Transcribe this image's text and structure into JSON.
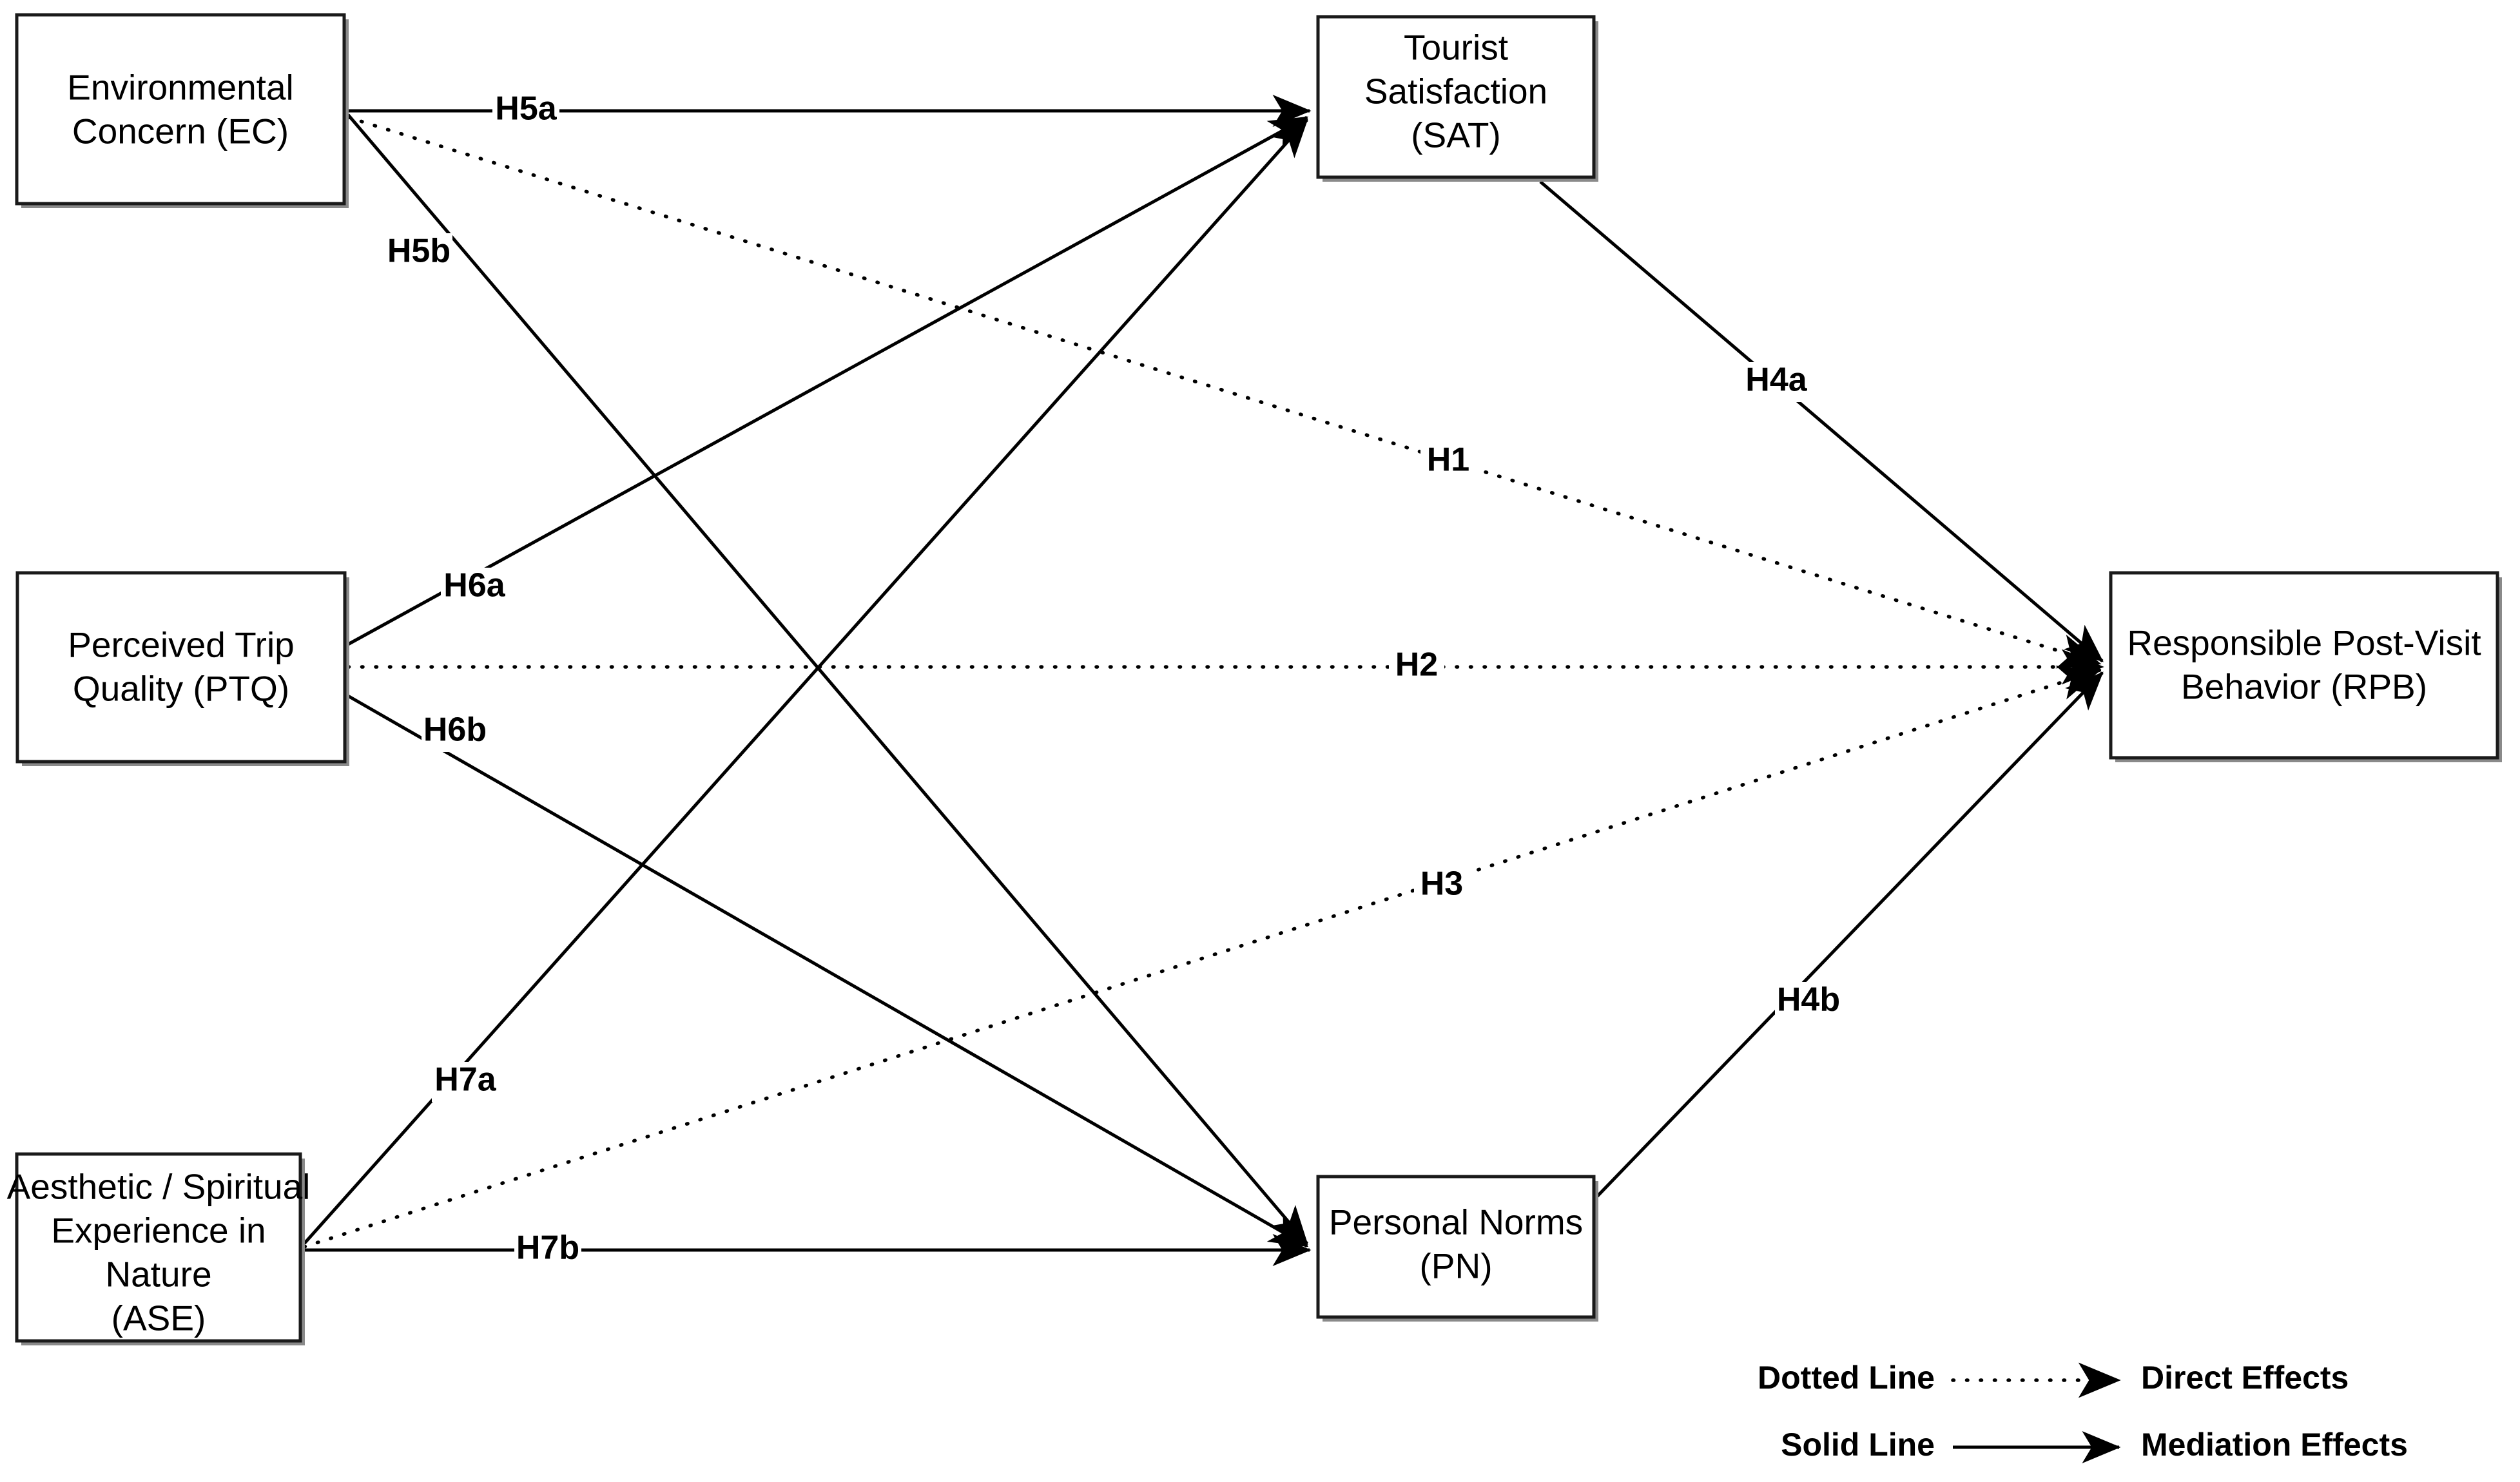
{
  "diagram": {
    "title": "Conceptual Research Model",
    "background_color": "#ffffff",
    "line_color": "#000000",
    "box_border_color": "#1a1a1a",
    "box_fill_color": "#ffffff"
  },
  "constructs": [
    {
      "id": "EC",
      "lines": [
        "Environmental",
        "Concern (EC)"
      ],
      "line1": "Environmental",
      "line2": "Concern (EC)",
      "line3": "",
      "line4": ""
    },
    {
      "id": "PTQ",
      "lines": [
        "Perceived Trip",
        "Quality (PTQ)"
      ],
      "line1": "Perceived Trip",
      "line2": "Quality (PTQ)",
      "line3": "",
      "line4": ""
    },
    {
      "id": "ASE",
      "lines": [
        "Aesthetic / Spiritual",
        "Experience in",
        "Nature",
        "(ASE)"
      ],
      "line1": "Aesthetic / Spiritual",
      "line2": "Experience in",
      "line3": "Nature",
      "line4": "(ASE)"
    },
    {
      "id": "SAT",
      "lines": [
        "Tourist",
        "Satisfaction",
        "(SAT)"
      ],
      "line1": "Tourist",
      "line2": "Satisfaction",
      "line3": "(SAT)",
      "line4": ""
    },
    {
      "id": "PN",
      "lines": [
        "Personal Norms",
        "(PN)"
      ],
      "line1": "Personal Norms",
      "line2": "(PN)",
      "line3": "",
      "line4": ""
    },
    {
      "id": "RPB",
      "lines": [
        "Responsible Post-Visit",
        "Behavior (RPB)"
      ],
      "line1": "Responsible Post-Visit",
      "line2": "Behavior (RPB)",
      "line3": "",
      "line4": ""
    }
  ],
  "hypotheses": [
    {
      "id": "H5a",
      "label": "H5a",
      "from": "EC",
      "to": "SAT",
      "style": "solid"
    },
    {
      "id": "H5b",
      "label": "H5b",
      "from": "EC",
      "to": "PN",
      "style": "solid"
    },
    {
      "id": "H1",
      "label": "H1",
      "from": "EC",
      "to": "RPB",
      "style": "dotted"
    },
    {
      "id": "H6a",
      "label": "H6a",
      "from": "PTQ",
      "to": "SAT",
      "style": "solid"
    },
    {
      "id": "H6b",
      "label": "H6b",
      "from": "PTQ",
      "to": "PN",
      "style": "solid"
    },
    {
      "id": "H2",
      "label": "H2",
      "from": "PTQ",
      "to": "RPB",
      "style": "dotted"
    },
    {
      "id": "H7a",
      "label": "H7a",
      "from": "ASE",
      "to": "SAT",
      "style": "solid"
    },
    {
      "id": "H7b",
      "label": "H7b",
      "from": "ASE",
      "to": "PN",
      "style": "solid"
    },
    {
      "id": "H3",
      "label": "H3",
      "from": "ASE",
      "to": "RPB",
      "style": "dotted"
    },
    {
      "id": "H4a",
      "label": "H4a",
      "from": "SAT",
      "to": "RPB",
      "style": "solid"
    },
    {
      "id": "H4b",
      "label": "H4b",
      "from": "PN",
      "to": "RPB",
      "style": "solid"
    }
  ],
  "legend": {
    "rows": [
      {
        "left_label": "Dotted Line",
        "style": "dotted",
        "right_label": "Direct Effects"
      },
      {
        "left_label": "Solid Line",
        "style": "solid",
        "right_label": "Mediation Effects"
      }
    ],
    "row1_left": "Dotted Line",
    "row1_right": "Direct Effects",
    "row2_left": "Solid Line",
    "row2_right": "Mediation Effects"
  }
}
